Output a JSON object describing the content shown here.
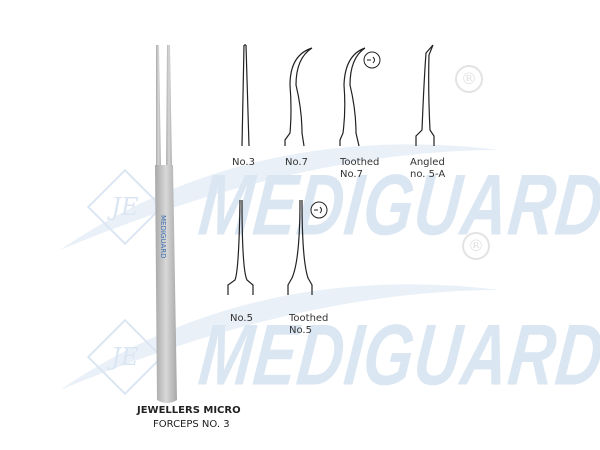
{
  "watermark": {
    "brand": "MEDIGUARD",
    "logo": "JE",
    "registered": "®"
  },
  "instrument_brand": "MEDIGUARD",
  "tips": [
    {
      "id": "no3",
      "label": "No.3"
    },
    {
      "id": "no7",
      "label": "No.7"
    },
    {
      "id": "toothed-no7",
      "label": "Toothed No.7",
      "line1": "Toothed",
      "line2": "No.7"
    },
    {
      "id": "angled-5a",
      "label": "Angled no. 5-A",
      "line1": "Angled",
      "line2": "no. 5-A"
    },
    {
      "id": "no5",
      "label": "No.5"
    },
    {
      "id": "toothed-no5",
      "label": "Toothed No.5",
      "line1": "Toothed",
      "line2": "No.5"
    }
  ],
  "product": {
    "title": "JEWELLERS MICRO",
    "subtitle": "FORCEPS NO. 3"
  },
  "colors": {
    "watermark": "#dbe6f3",
    "steel": "#b9b9b9",
    "ink": "#222222"
  }
}
